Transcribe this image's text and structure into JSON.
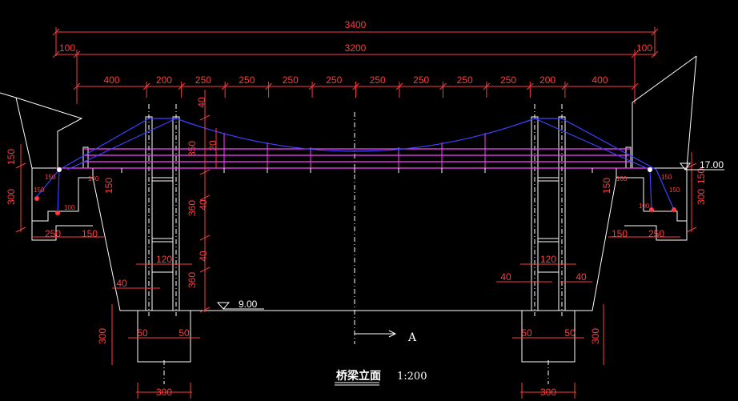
{
  "drawing": {
    "title": "桥梁立面",
    "scale": "1:200",
    "section_marker": "A",
    "elevations": {
      "deck": "17.00",
      "water": "9.00"
    },
    "top_dims": {
      "overall": "3400",
      "main": "3200",
      "end_left": "100",
      "end_right": "100",
      "spans": [
        "400",
        "200",
        "250",
        "250",
        "250",
        "250",
        "250",
        "250",
        "250",
        "250",
        "200",
        "400"
      ]
    },
    "vertical_dims": {
      "tower_top": "40",
      "sag": "350",
      "hanger": "20",
      "tower_mid": "360",
      "tower_mid_b": "40",
      "tower_low": "360",
      "tower_low_b": "40",
      "abut_left_a": "150",
      "abut_left_b": "300",
      "abut_right_a": "150",
      "abut_right_b": "300",
      "anchor_l": "150",
      "anchor_r": "150",
      "foundation_l": "300",
      "foundation_r": "300"
    },
    "horizontal_small": {
      "abut_l_a": "250",
      "abut_l_b": "150",
      "abut_r_a": "150",
      "abut_r_b": "250",
      "tower_w_l": "120",
      "tower_w_r": "120",
      "col_l": "40",
      "col_r": "40",
      "foot_l_a": "50",
      "foot_l_b": "50",
      "foot_r_a": "50",
      "foot_r_b": "50",
      "foot_w_l": "300",
      "foot_w_r": "300",
      "tiny_l": [
        "150",
        "100",
        "100",
        "150"
      ],
      "tiny_r": [
        "150",
        "100",
        "100",
        "150"
      ]
    }
  }
}
